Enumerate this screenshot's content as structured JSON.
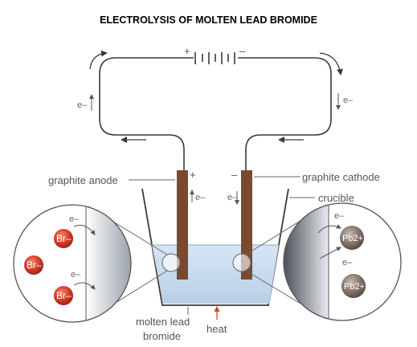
{
  "title": "ELECTROLYSIS OF MOLTEN LEAD BROMIDE",
  "labels": {
    "anode": "graphite anode",
    "cathode": "graphite cathode",
    "crucible": "crucible",
    "melt_line1": "molten lead",
    "melt_line2": "bromide",
    "heat": "heat",
    "plus": "+",
    "minus": "–"
  },
  "electron": "e–",
  "ions": {
    "bromide": "Br–",
    "lead": "Pb2+"
  },
  "colors": {
    "wire": "#3a3a3a",
    "electrode": "#7a4a2e",
    "melt": "#c5d9ee",
    "bromide_ion": "#d9412b",
    "lead_ion": "#8a7a72",
    "arrow": "#3a3a3a",
    "heat_arrow": "#d9412b"
  },
  "icons": [
    "battery-icon",
    "electron-flow-arrow-icon",
    "bromide-ion-icon",
    "lead-ion-icon",
    "heat-arrow-icon"
  ]
}
